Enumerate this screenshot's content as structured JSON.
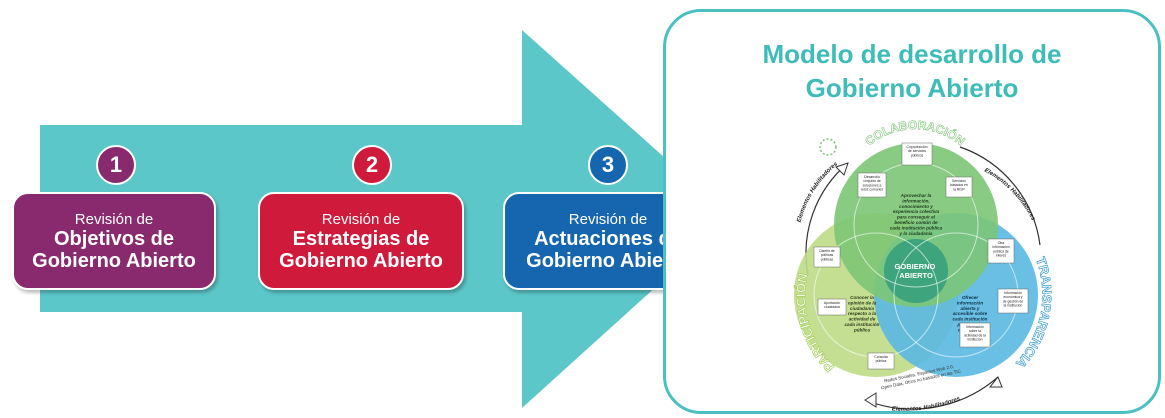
{
  "colors": {
    "arrow": "#5bc7c9",
    "step1": "#8a2a6e",
    "step2": "#d01a3c",
    "step3": "#1566ae",
    "title": "#3dbcb8",
    "green": "#7cc576",
    "lightgreen": "#bfdc86",
    "blue": "#5ab8e2",
    "center": "#3aa27d"
  },
  "steps": [
    {
      "number": "1",
      "prefix": "Revisión de",
      "line1": "Objetivos de",
      "line2": "Gobierno Abierto"
    },
    {
      "number": "2",
      "prefix": "Revisión de",
      "line1": "Estrategias de",
      "line2": "Gobierno Abierto"
    },
    {
      "number": "3",
      "prefix": "Revisión de",
      "line1": "Actuaciones de",
      "line2": "Gobierno Abierto"
    }
  ],
  "panel": {
    "title_line1": "Modelo de desarrollo de",
    "title_line2": "Gobierno Abierto"
  },
  "model": {
    "collab_label": "COLABORACIÓN",
    "transp_label": "TRANSPARENCIA",
    "partic_label": "PARTICIPACIÓN",
    "center_line1": "GOBIERNO",
    "center_line2": "ABIERTO",
    "collab_text": [
      "Aprovechar la",
      "información,",
      "conocimiento y",
      "experiencia colectiva",
      "para conseguir el",
      "beneficio común de",
      "cada institución pública",
      "y la ciudadanía"
    ],
    "partic_text": [
      "Conocer la",
      "opinión de la",
      "ciudadanía",
      "respecto a la",
      "actividad de",
      "cada institución",
      "pública"
    ],
    "transp_text": [
      "Ofrecer",
      "información",
      "abierta y",
      "accesible sobre",
      "cada institución",
      "pública a la",
      "ciudadanía"
    ],
    "box_coproduccion": [
      "Coproducción",
      "de servicios",
      "públicos"
    ],
    "box_desarrollo": [
      "Desarrollo",
      "conjunto de",
      "soluciones a",
      "retos comunes"
    ],
    "box_servicios": [
      "Servicios",
      "basados en",
      "la RISP"
    ],
    "box_diseno": [
      "Diseño de",
      "políticas",
      "públicas"
    ],
    "box_aportacion": [
      "Aportación",
      "ciudadana"
    ],
    "box_consulta": [
      "Consulta",
      "pública"
    ],
    "box_otra": [
      "Otra",
      "información",
      "pública de",
      "interés"
    ],
    "box_economica": [
      "Información",
      "económica y",
      "de gestión de",
      "la institución"
    ],
    "box_actividad": [
      "Información",
      "sobre la",
      "actividad de la",
      "institución"
    ],
    "enablers_label": "Elementos Habilitadores",
    "enablers_text": [
      "Redes Sociales, Espacios Web 2.0,",
      "Open Data, Otros no basados en las TIC"
    ]
  }
}
